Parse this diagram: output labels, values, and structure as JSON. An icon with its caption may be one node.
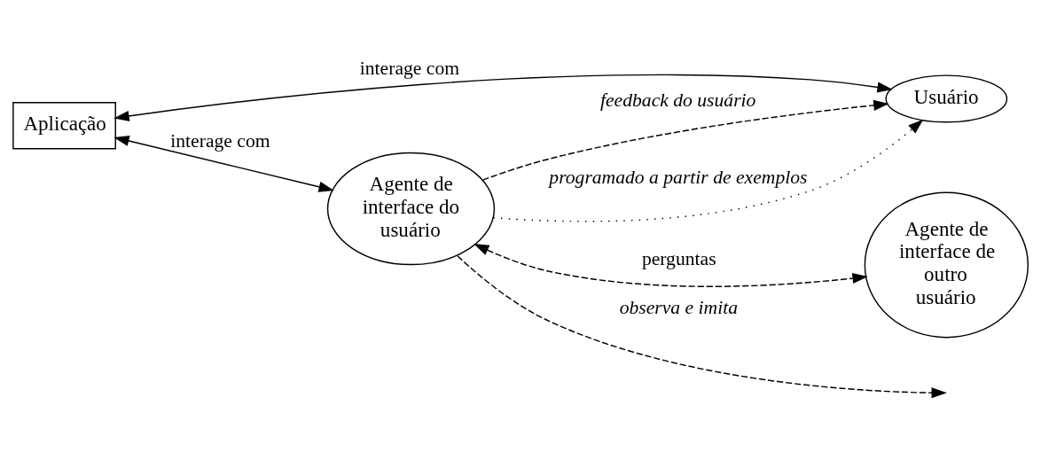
{
  "diagram": {
    "nodes": [
      {
        "text": [
          "Usuário"
        ]
      },
      {
        "text": [
          "Aplicação"
        ]
      },
      {
        "text": [
          "Agente de interface do usuário"
        ]
      },
      {
        "text": [
          "Agente de interface de outro usuário"
        ]
      }
    ],
    "edges": [
      {
        "from": 1,
        "to": 0,
        "arrow": "both",
        "label": "interage com"
      },
      {
        "from": 1,
        "to": 2,
        "arrow": "both",
        "label": "interage com"
      },
      {
        "from": 2,
        "to": null,
        "arrow": "to",
        "style": "dashed",
        "label": "observa e imita"
      },
      {
        "from": 2,
        "to": 0,
        "arrow": "to",
        "style": "dashed",
        "label": "feedback do usuário"
      },
      {
        "from": 2,
        "to": 0,
        "arrow": "to",
        "style": "dashed",
        "label": "programado a partir de exemplos"
      },
      {
        "from": 2,
        "to": 3,
        "arrow": "both",
        "style": "dashed",
        "label": "perguntas"
      }
    ]
  }
}
